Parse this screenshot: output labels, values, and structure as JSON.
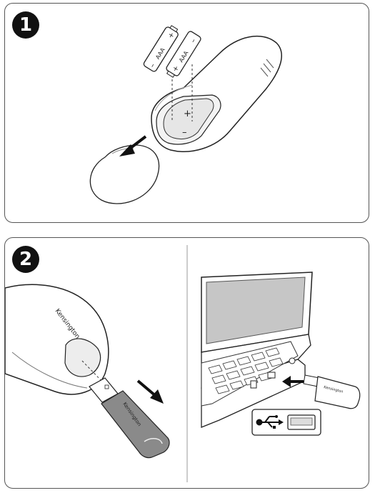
{
  "steps": [
    {
      "number": "1"
    },
    {
      "number": "2"
    }
  ],
  "batteries": {
    "label": "AAA",
    "plus": "+",
    "minus": "–"
  },
  "remote": {
    "polarity_plus": "+",
    "polarity_minus": "–"
  },
  "brand": {
    "name": "Kensington"
  }
}
